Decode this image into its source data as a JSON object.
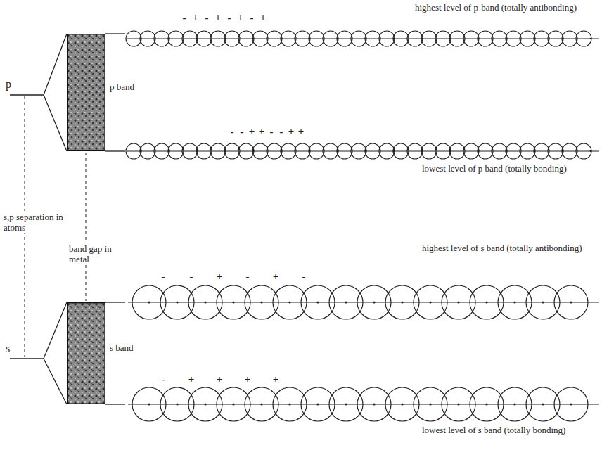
{
  "diagram": {
    "nodes": [
      {
        "text": [
          "p band"
        ]
      },
      {
        "text": [
          "s band"
        ]
      }
    ],
    "labels": [
      "p",
      "s",
      "s,p separation in atoms",
      "band gap in metal",
      "highest level of p-band (totally antibonding)",
      "lowest level of p band (totally bonding)",
      "highest level of s band (totally antibonding)",
      "lowest level of s band (totally bonding)",
      "-",
      "+",
      "-",
      "+",
      "-",
      "+",
      "-",
      "+",
      "-",
      "-",
      "+",
      "+",
      "-",
      "-",
      "+",
      "+",
      "-",
      "-",
      "+",
      "-",
      "+",
      "-",
      "-",
      "+",
      "+",
      "+",
      "+"
    ]
  }
}
